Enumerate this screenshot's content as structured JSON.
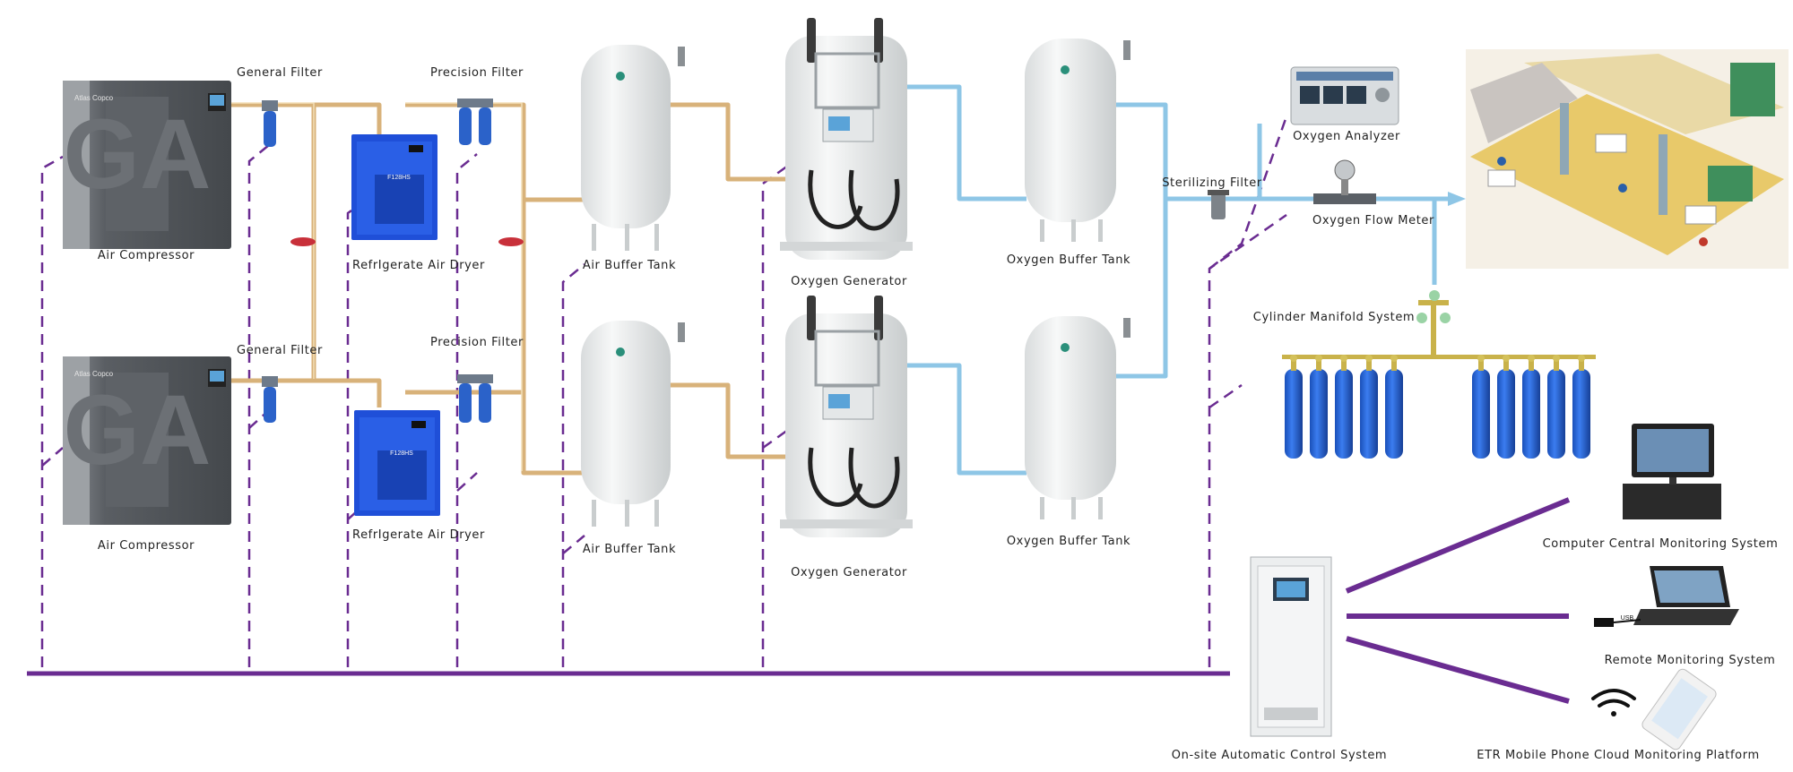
{
  "labels": {
    "air_compressor": "Air Compressor",
    "general_filter": "General Filter",
    "precision_filter": "Precision Filter",
    "refrigerate_air_dryer": "RefrIgerate Air Dryer",
    "air_buffer_tank": "Air Buffer Tank",
    "oxygen_generator": "Oxygen Generator",
    "oxygen_buffer_tank": "Oxygen Buffer Tank",
    "sterilizing_filter": "Sterilizing Filter",
    "oxygen_analyzer": "Oxygen Analyzer",
    "oxygen_flow_meter": "Oxygen Flow Meter",
    "cylinder_manifold_system": "Cylinder Manifold System",
    "computer_central_monitoring": "Computer Central Monitoring System",
    "remote_monitoring": "Remote Monitoring System",
    "on_site_control": "On-site Automatic Control System",
    "mobile_cloud_platform": "ETR Mobile Phone Cloud Monitoring Platform"
  },
  "equipment_text": {
    "compressor_brand": "Atlas Copco",
    "compressor_model": "GA",
    "dryer_model": "F128HS",
    "usb": "USB"
  },
  "colors": {
    "air_pipe": "#d8b27a",
    "oxygen_pipe": "#8ec6e6",
    "control_line": "#6a2c91",
    "cylinder": "#1e5fd0",
    "dryer": "#1f4fd8",
    "compressor": "#4f5358",
    "tank": "#eef0f0"
  }
}
